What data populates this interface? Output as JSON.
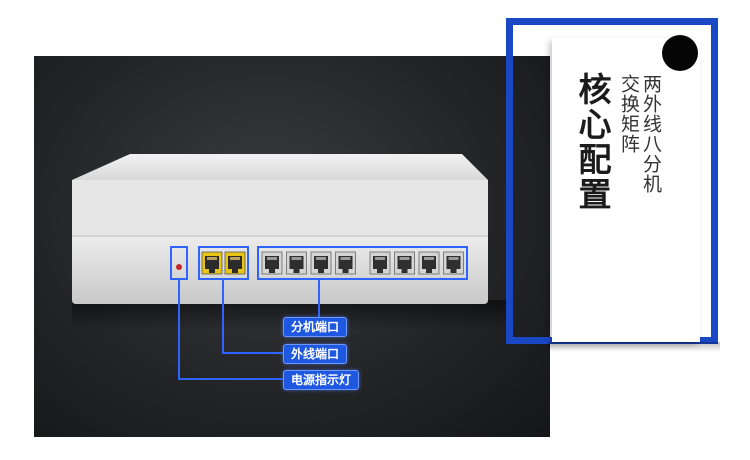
{
  "panel": {
    "title": "核心配置",
    "subtitle_lines": [
      "两外线八分机",
      "交换矩阵"
    ]
  },
  "callouts": {
    "extension_ports": "分机端口",
    "outside_line_ports": "外线端口",
    "power_indicator": "电源指示灯"
  },
  "device": {
    "outside_line_port_count": 2,
    "extension_port_count": 8
  },
  "colors": {
    "accent_blue": "#1a48c4",
    "label_blue": "#1e57e0",
    "port_yellow": "#e8c417",
    "indicator_red": "#c4282a",
    "background_dark": "#242527"
  }
}
